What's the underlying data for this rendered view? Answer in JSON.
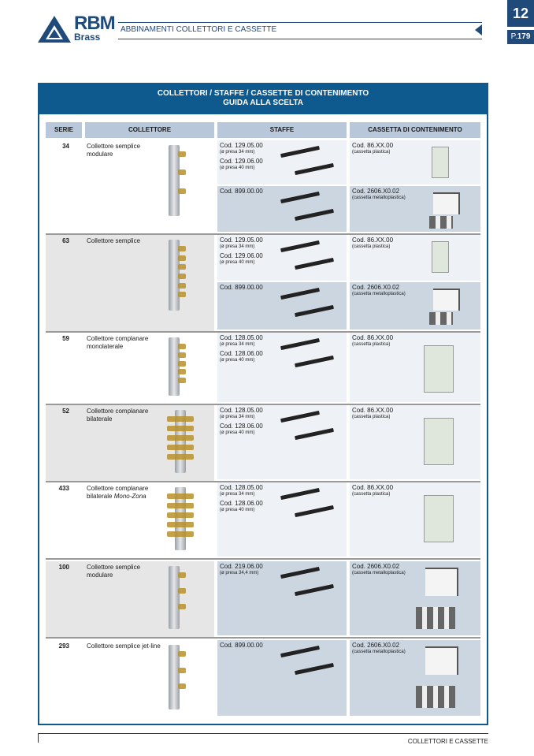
{
  "header": {
    "logo_main": "RBM",
    "logo_sub": "Brass",
    "title": "ABBINAMENTI COLLETTORI E CASSETTE",
    "chapter": "12",
    "page_prefix": "P.",
    "page_number": "179"
  },
  "table": {
    "title_line1": "COLLETTORI / STAFFE / CASSETTE DI CONTENIMENTO",
    "title_line2": "GUIDA ALLA SCELTA",
    "columns": [
      "SERIE",
      "COLLETTORE",
      "STAFFE",
      "CASSETTA DI CONTENIMENTO"
    ],
    "rows": [
      {
        "serie": "34",
        "collettore": "Collettore semplice modulare",
        "staffe": [
          {
            "code": "Cod. 129.05.00",
            "note": "(ø presa 34 mm)",
            "code2": "Cod. 129.06.00",
            "note2": "(ø presa 40 mm)"
          },
          {
            "code": "Cod. 899.00.00"
          }
        ],
        "cassette": [
          {
            "code": "Cod. 86.XX.00",
            "note": "(cassetta plastica)"
          },
          {
            "code": "Cod. 2606.X0.02",
            "note": "(cassetta metalloplastica)"
          }
        ]
      },
      {
        "serie": "63",
        "collettore": "Collettore semplice",
        "staffe": [
          {
            "code": "Cod. 129.05.00",
            "note": "(ø presa 34 mm)",
            "code2": "Cod. 129.06.00",
            "note2": "(ø presa 40 mm)"
          },
          {
            "code": "Cod. 899.00.00"
          }
        ],
        "cassette": [
          {
            "code": "Cod. 86.XX.00",
            "note": "(cassetta plastica)"
          },
          {
            "code": "Cod. 2606.X0.02",
            "note": "(cassetta metalloplastica)"
          }
        ]
      },
      {
        "serie": "59",
        "collettore": "Collettore complanare monolaterale",
        "staffe": [
          {
            "code": "Cod. 128.05.00",
            "note": "(ø presa 34 mm)",
            "code2": "Cod. 128.06.00",
            "note2": "(ø presa 40 mm)"
          }
        ],
        "cassette": [
          {
            "code": "Cod. 86.XX.00",
            "note": "(cassetta plastica)"
          }
        ]
      },
      {
        "serie": "52",
        "collettore": "Collettore complanare bilaterale",
        "staffe": [
          {
            "code": "Cod. 128.05.00",
            "note": "(ø presa 34 mm)",
            "code2": "Cod. 128.06.00",
            "note2": "(ø presa 40 mm)"
          }
        ],
        "cassette": [
          {
            "code": "Cod. 86.XX.00",
            "note": "(cassetta plastica)"
          }
        ]
      },
      {
        "serie": "433",
        "collettore": "Collettore complanare bilaterale",
        "collettore_italic": "Mono-Zona",
        "staffe": [
          {
            "code": "Cod. 128.05.00",
            "note": "(ø presa 34 mm)",
            "code2": "Cod. 128.06.00",
            "note2": "(ø presa 40 mm)"
          }
        ],
        "cassette": [
          {
            "code": "Cod. 86.XX.00",
            "note": "(cassetta plastica)"
          }
        ]
      },
      {
        "serie": "100",
        "collettore": "Collettore semplice modulare",
        "staffe": [
          {
            "code": "Cod. 219.06.00",
            "note": "(ø presa 34,4 mm)"
          }
        ],
        "cassette": [
          {
            "code": "Cod. 2606.X0.02",
            "note": "(cassetta metalloplastica)"
          }
        ]
      },
      {
        "serie": "293",
        "collettore": "Collettore semplice jet-line",
        "staffe": [
          {
            "code": "Cod. 899.00.00"
          }
        ],
        "cassette": [
          {
            "code": "Cod. 2606.X0.02",
            "note": "(cassetta metalloplastica)"
          }
        ]
      }
    ]
  },
  "footer": {
    "text": "COLLETTORI E CASSETTE"
  }
}
